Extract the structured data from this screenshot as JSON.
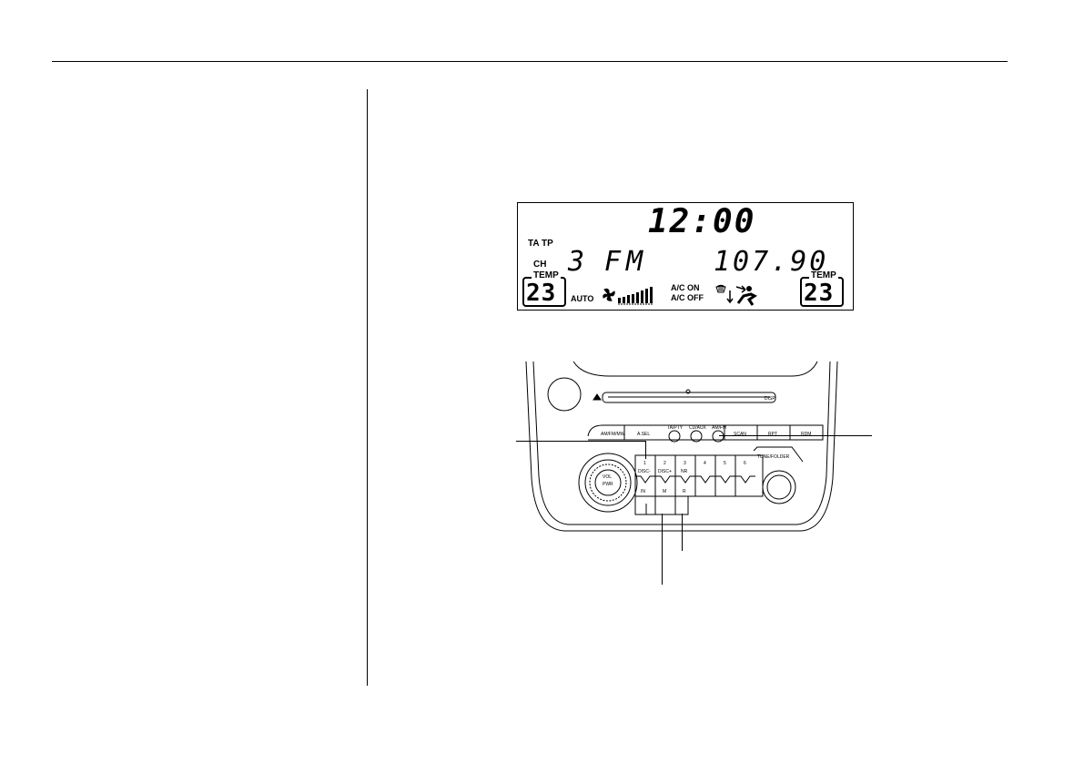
{
  "display": {
    "time": "12:00",
    "ta_tp": "TA TP",
    "ch_label": "CH",
    "channel": "3",
    "band": "FM",
    "frequency": "107.90",
    "temp_label_left": "TEMP",
    "temp_left": "23",
    "temp_label_right": "TEMP",
    "temp_right": "23",
    "auto": "AUTO",
    "ac_on": "A/C ON",
    "ac_off": "A/C OFF"
  },
  "radio": {
    "vol_label": "VOL",
    "vol_sub": "PWR",
    "eject_label": "DISP",
    "buttons_row1": [
      "AM/FM/MW",
      "A.SEL",
      "TA/PTY",
      "CD/AUX",
      "AM/FM",
      "SCAN",
      "RPT",
      "RDM"
    ],
    "presets": [
      "1",
      "2",
      "3",
      "4",
      "5",
      "6"
    ],
    "preset_sub": [
      "DISC-",
      "DISC+",
      "NR",
      "",
      "",
      ""
    ],
    "preset_sub2": [
      "IN",
      "M",
      "R",
      "",
      "",
      ""
    ],
    "tune_label": "TUNE/FOLDER",
    "lower_labels": [
      "",
      "",
      ""
    ]
  }
}
